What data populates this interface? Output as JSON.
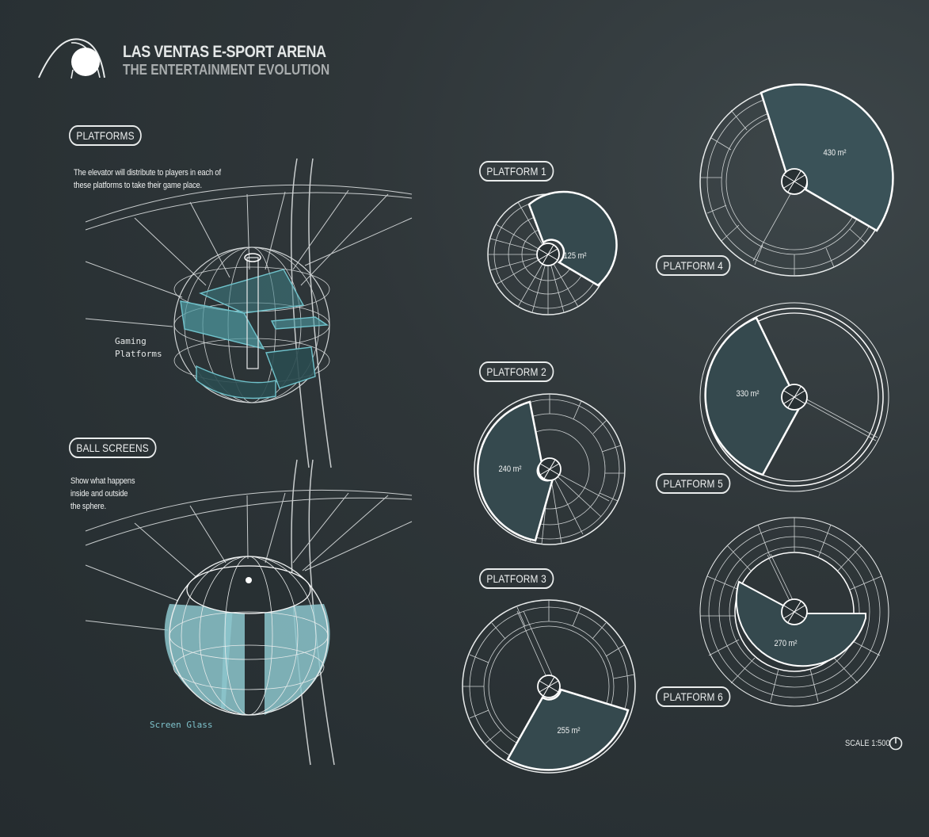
{
  "header": {
    "title": "LAS VENTAS E-SPORT ARENA",
    "subtitle": "THE ENTERTAINMENT EVOLUTION",
    "logo_icon": "arena-arch-sphere-logo"
  },
  "sections": {
    "platforms": {
      "label": "PLATFORMS",
      "description_line1": "The elevator will distribute to players in each of",
      "description_line2": "these platforms to take their game place.",
      "caption_line1": "Gaming",
      "caption_line2": "Platforms"
    },
    "ball_screens": {
      "label": "BALL SCREENS",
      "description_line1": "Show what happens",
      "description_line2": "inside and outside",
      "description_line3": "the sphere.",
      "caption": "Screen Glass"
    }
  },
  "platforms": [
    {
      "label": "PLATFORM 1",
      "area": "125 m²"
    },
    {
      "label": "PLATFORM 2",
      "area": "240 m²"
    },
    {
      "label": "PLATFORM 3",
      "area": "255 m²"
    },
    {
      "label": "PLATFORM 4",
      "area": "430 m²"
    },
    {
      "label": "PLATFORM 5",
      "area": "330 m²"
    },
    {
      "label": "PLATFORM 6",
      "area": "270 m²"
    }
  ],
  "scale": {
    "label": "SCALE 1:500",
    "icon": "north-arrow-icon"
  },
  "colors": {
    "background": "#2b3336",
    "line": "#e9ecec",
    "platform_fill": "#35494e",
    "glass_fill": "#8cc6cc",
    "accent_teal": "#7fc3cc"
  }
}
